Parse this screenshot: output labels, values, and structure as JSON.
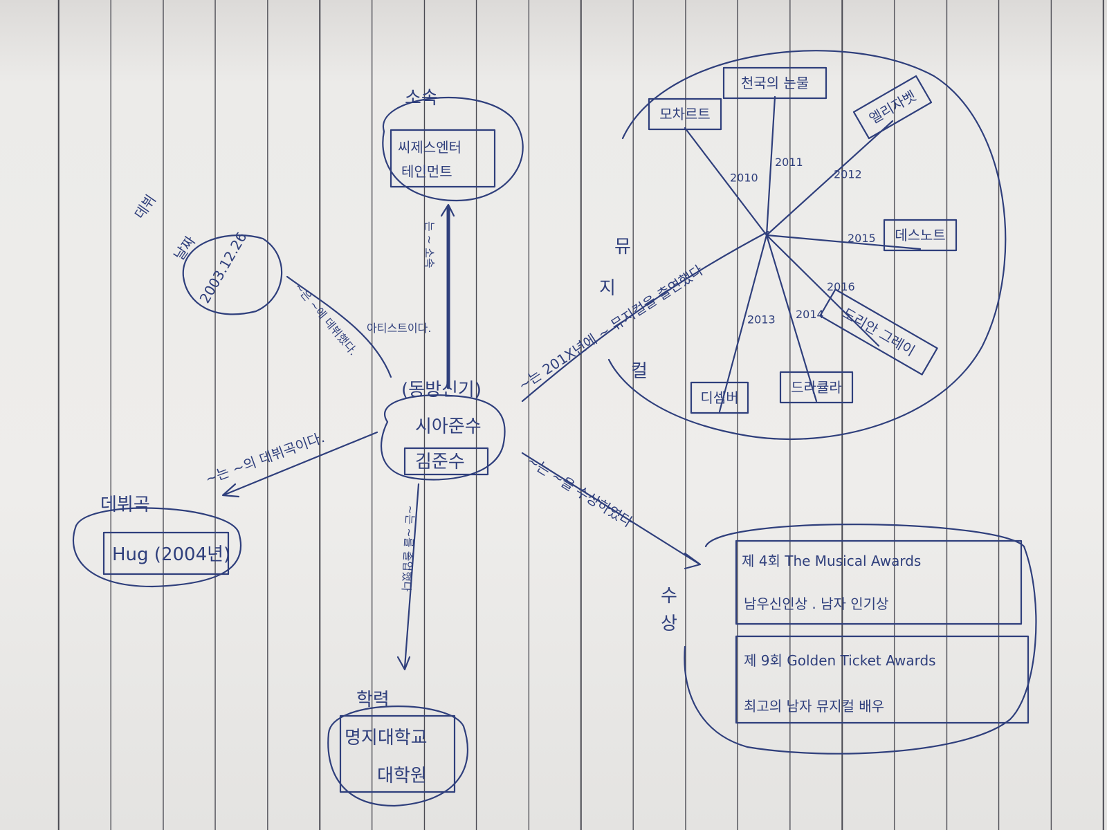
{
  "center": {
    "group": "(동방신기)",
    "stage_name": "시아준수",
    "name": "김준수"
  },
  "affiliation": {
    "heading": "소속",
    "value_line1": "씨제스엔터",
    "value_line2": "테인먼트",
    "edge_label_1": "는 ~ 소속",
    "edge_label_2": "아티스트이다."
  },
  "debut_date": {
    "heading_line1": "데뷔",
    "heading_line2": "날짜",
    "value": "2003.12.26",
    "edge_label": "~은 ~에 데뷔했다."
  },
  "debut_song": {
    "heading": "데뷔곡",
    "value": "Hug (2004년)",
    "edge_label": "~는 ~의 데뷔곡이다."
  },
  "education": {
    "heading": "학력",
    "value_line1": "명지대학교",
    "value_line2": "대학원",
    "edge_label": "~는 ~를 졸업했다"
  },
  "musical": {
    "heading": [
      "뮤",
      "지",
      "컬"
    ],
    "edge_label": "~는 201X년에 ~ 뮤지컬을 출연했다",
    "works": [
      {
        "title": "모차르트",
        "year": "2010"
      },
      {
        "title": "천국의 눈물",
        "year": "2011"
      },
      {
        "title": "엘리자벳",
        "year": "2012"
      },
      {
        "title": "데스노트",
        "year": "2015"
      },
      {
        "title": "도리안 그레이",
        "year": "2016"
      },
      {
        "title": "드라큘라",
        "year": "2014"
      },
      {
        "title": "디셈버",
        "year": "2013"
      }
    ]
  },
  "awards": {
    "heading": [
      "수",
      "상"
    ],
    "edge_label": "~는 ~을 수상하였다",
    "items": [
      {
        "event": "제 4회 The Musical Awards",
        "prize": "남우신인상 . 남자 인기상"
      },
      {
        "event": "제 9회 Golden Ticket Awards",
        "prize": "최고의 남자 뮤지컬 배우"
      }
    ]
  },
  "colors": {
    "ink": "#2f3f7c",
    "paper": "#eceae8",
    "rule": "#4a4a52"
  }
}
